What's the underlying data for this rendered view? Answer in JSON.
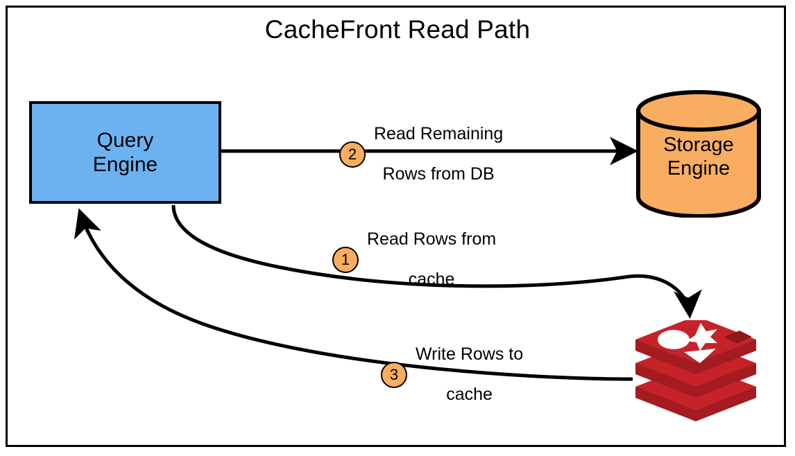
{
  "diagram": {
    "title": "CacheFront Read Path",
    "background_color": "#ffffff",
    "border_color": "#000000",
    "nodes": [
      {
        "id": "query-engine",
        "label": "Query\nEngine",
        "line1": "Query",
        "line2": "Engine",
        "shape": "rectangle",
        "fill_color": "#6CB2F0",
        "stroke_color": "#000000"
      },
      {
        "id": "storage-engine",
        "label": "Storage\nEngine",
        "line1": "Storage",
        "line2": "Engine",
        "shape": "cylinder",
        "fill_color": "#F9AD60",
        "stroke_color": "#000000"
      },
      {
        "id": "redis-cache",
        "label": "",
        "shape": "redis-logo",
        "fill_color": "#C6222A",
        "fill_color_dark": "#A41B22",
        "fill_color_mid": "#B81F26",
        "accent_color": "#ffffff"
      }
    ],
    "edges": [
      {
        "id": "edge-2",
        "number": "2",
        "text_line1": "Read Remaining",
        "text_line2": "Rows from DB",
        "from": "query-engine",
        "to": "storage-engine",
        "style": "straight"
      },
      {
        "id": "edge-1",
        "number": "1",
        "text_line1": "Read Rows from",
        "text_line2": "cache",
        "from": "query-engine",
        "to": "redis-cache",
        "style": "curved"
      },
      {
        "id": "edge-3",
        "number": "3",
        "text_line1": "Write Rows to",
        "text_line2": "cache",
        "from": "redis-cache",
        "to": "query-engine",
        "style": "curved"
      }
    ],
    "badge_color": "#F9AD60"
  }
}
